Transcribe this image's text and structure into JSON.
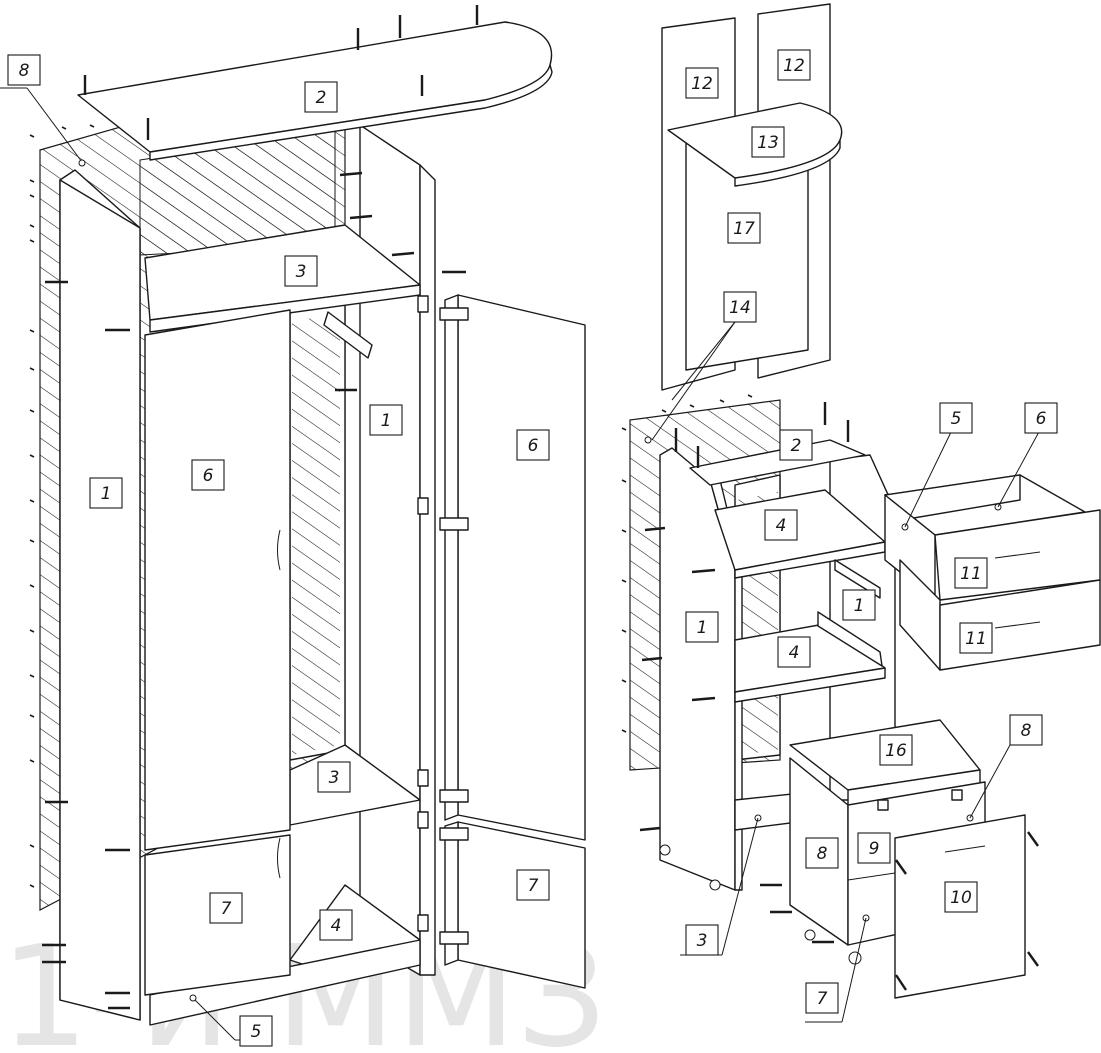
{
  "watermark": "1-й ММЗ",
  "colors": {
    "line": "#1a1a1a",
    "hatch": "#1a1a1a",
    "watermark": "#cfcfcf",
    "background": "#ffffff"
  },
  "labels": {
    "left": {
      "l8": "8",
      "l2": "2",
      "l3top": "3",
      "l1left": "1",
      "l6left": "6",
      "l1right": "1",
      "l6right": "6",
      "l3bottom": "3",
      "l7left": "7",
      "l4": "4",
      "l7right": "7",
      "l5": "5"
    },
    "right": {
      "l12a": "12",
      "l12b": "12",
      "l13": "13",
      "l17": "17",
      "l14": "14",
      "l2": "2",
      "l5": "5",
      "l6": "6",
      "l4a": "4",
      "l1a": "1",
      "l1b": "1",
      "l11a": "11",
      "l11b": "11",
      "l4b": "4",
      "l16": "16",
      "l8a": "8",
      "l8b": "8",
      "l9": "9",
      "l10": "10",
      "l3": "3",
      "l7": "7"
    }
  }
}
